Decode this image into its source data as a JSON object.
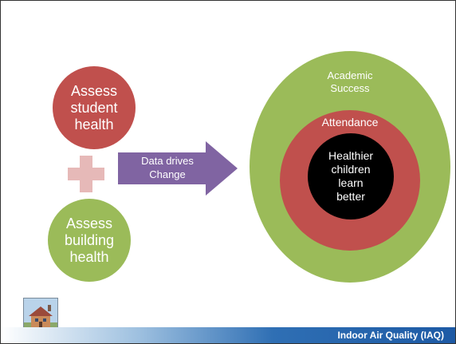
{
  "left": {
    "student_circle": "Assess\nstudent\nhealth",
    "building_circle": "Assess\nbuilding\nhealth"
  },
  "arrow": {
    "label": "Data drives\nChange"
  },
  "target": {
    "outer_label": "Academic\nSuccess",
    "middle_label": "Attendance",
    "inner_label": "Healthier\nchildren\nlearn\nbetter"
  },
  "footer": {
    "label": "Indoor Air Quality (IAQ)"
  },
  "icons": {
    "plus": "plus-icon",
    "logo": "school-building-logo"
  },
  "colors": {
    "red": "#c0504d",
    "green": "#9bbb59",
    "purple": "#8064a2",
    "pink": "#e6b9b8",
    "footer_blue": "#1d5aa5"
  }
}
